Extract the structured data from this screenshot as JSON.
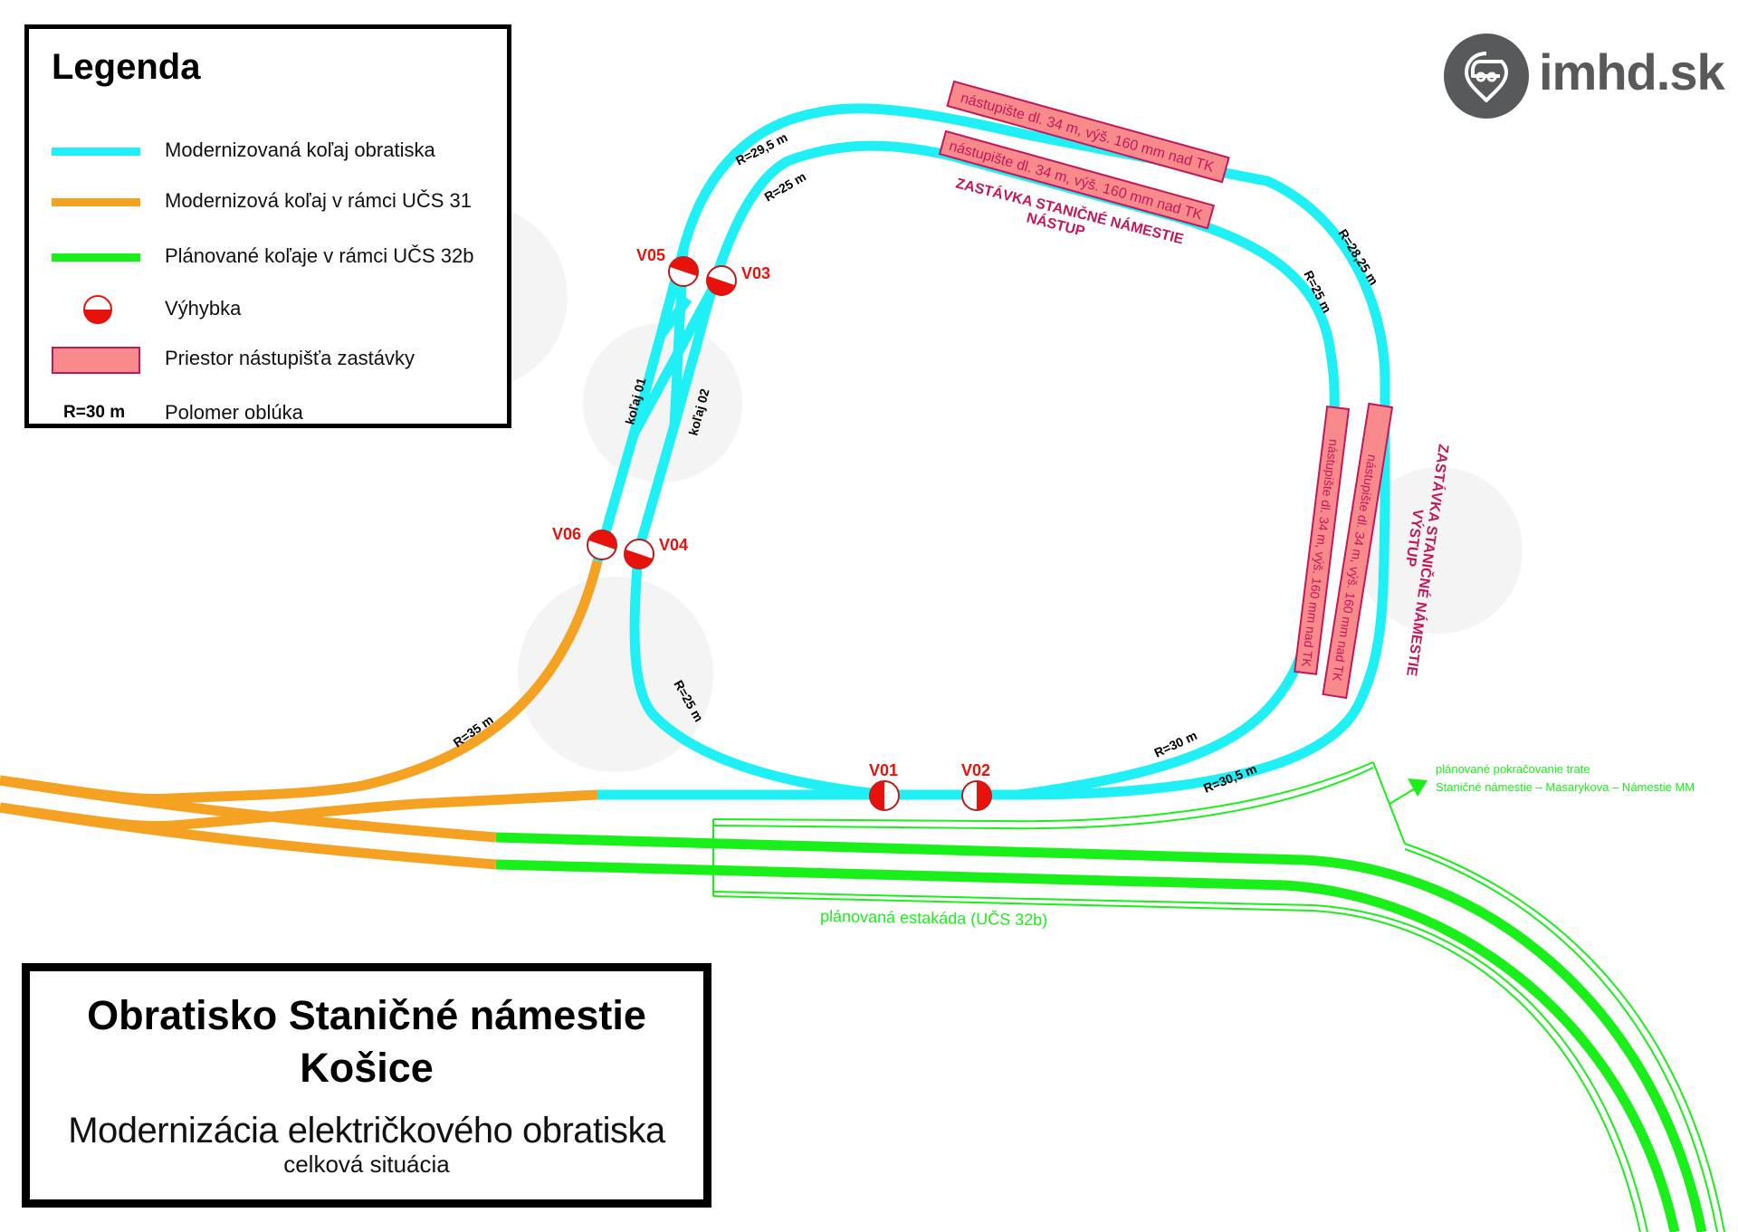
{
  "legend": {
    "title": "Legenda",
    "items": [
      {
        "kind": "line",
        "color": "#1ff0f5",
        "label": "Modernizovaná koľaj obratiska"
      },
      {
        "kind": "line",
        "color": "#f5a121",
        "label": "Modernizová koľaj v rámci UČS 31"
      },
      {
        "kind": "line",
        "color": "#19ef19",
        "label": "Plánované koľaje v rámci UČS 32b"
      },
      {
        "kind": "switch",
        "color": "#e8120c",
        "label": "Výhybka"
      },
      {
        "kind": "platform",
        "color": "#f98a8c",
        "label": "Priestor nástupišťa zastávky"
      },
      {
        "kind": "radius",
        "sample": "R=30 m",
        "label": "Polomer oblúka"
      }
    ]
  },
  "logo": {
    "icon": "pin-car-icon",
    "text": "imhd.sk"
  },
  "title_box": {
    "title_line1": "Obratisko Staničné námestie",
    "title_line2": "Košice",
    "subtitle": "Modernizácia električkového obratiska",
    "subtitle2": "celková situácia"
  },
  "colors": {
    "modernized": "#1ff0f5",
    "ucs31": "#f5a121",
    "planned": "#19ef19",
    "switch": "#e8120c",
    "platform_fill": "#f98a8c",
    "platform_border": "#c2185b",
    "stop_label": "#c2185b"
  },
  "switches": [
    {
      "id": "V01"
    },
    {
      "id": "V02"
    },
    {
      "id": "V03"
    },
    {
      "id": "V04"
    },
    {
      "id": "V05"
    },
    {
      "id": "V06"
    }
  ],
  "radii": {
    "r_29_5": "R=29,5 m",
    "r_25_top": "R=25 m",
    "r_28_25": "R=28,25 m",
    "r_25_right": "R=25 m",
    "r_25_left": "R=25 m",
    "r_35": "R=35 m",
    "r_30": "R=30 m",
    "r_30_5": "R=30,5 m"
  },
  "tracks": {
    "track_01": "koľaj 01",
    "track_02": "koľaj 02"
  },
  "platforms": {
    "label": "nástupište dl. 34 m, výš. 160 mm nad TK"
  },
  "stops": {
    "boarding_line1": "ZASTÁVKA STANIČNÉ NÁMESTIE",
    "boarding_line2": "NÁSTUP",
    "alighting_line1": "ZASTÁVKA STANIČNÉ NÁMESTIE",
    "alighting_line2": "VÝSTUP"
  },
  "planned": {
    "viaduct_label": "plánovaná estakáda (UČS 32b)",
    "continuation_line1": "plánované pokračovanie trate",
    "continuation_line2": "Staničné námestie – Masarykova – Námestie MM"
  }
}
